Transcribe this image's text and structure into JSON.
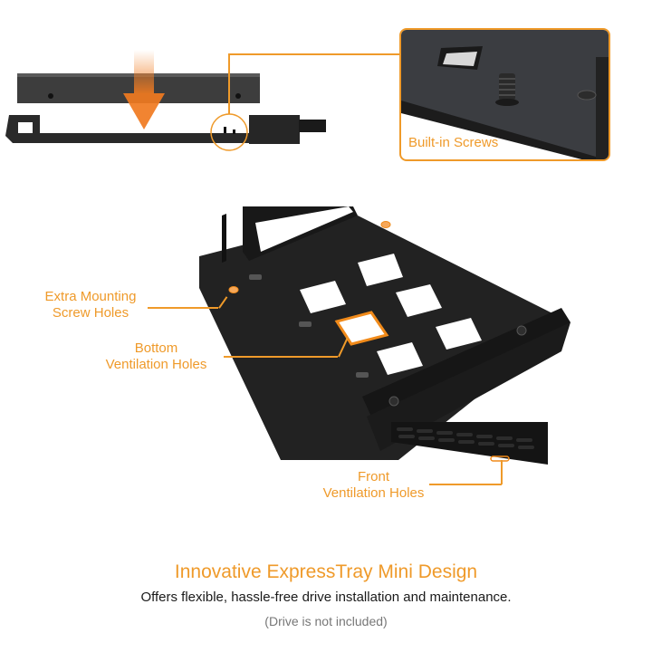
{
  "callouts": {
    "built_in_screws": "Built-in Screws",
    "extra_mounting_line1": "Extra Mounting",
    "extra_mounting_line2": "Screw Holes",
    "bottom_vent_line1": "Bottom",
    "bottom_vent_line2": "Ventilation Holes",
    "front_vent_line1": "Front",
    "front_vent_line2": "Ventilation Holes"
  },
  "footer": {
    "title": "Innovative ExpressTray Mini Design",
    "subtitle": "Offers flexible, hassle-free drive installation and maintenance.",
    "note": "(Drive is not included)"
  },
  "colors": {
    "accent": "#ef9a2a",
    "tray": "#1f1f1f",
    "drive": "#3a3a3a"
  }
}
